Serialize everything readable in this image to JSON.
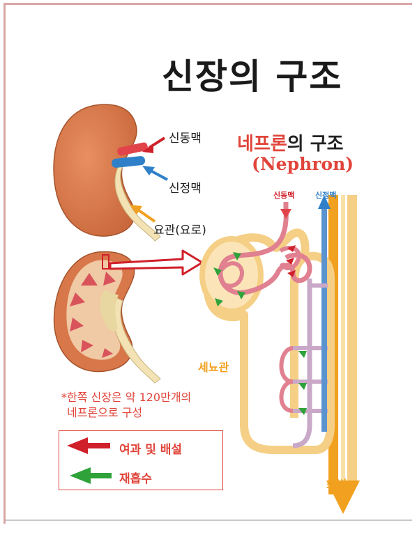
{
  "title": "신장의 구조",
  "kidney_labels": {
    "renal_artery": "신동맥",
    "renal_vein": "신정맥",
    "ureter": "요관(요로)"
  },
  "nephron": {
    "title_highlight": "네프론",
    "title_rest": "의 구조",
    "subtitle": "(Nephron)",
    "artery_label": "신동맥",
    "vein_label": "신정맥",
    "tubule_label": "세뇨관",
    "urine_label": "소변"
  },
  "note": {
    "line1": "*한쪽 신장은 약 120만개의",
    "line2": "네프론으로 구성"
  },
  "legend": {
    "items": [
      {
        "label": "여과 및 배설",
        "color": "#d0202a"
      },
      {
        "label": "재흡수",
        "color": "#2fa23a"
      }
    ]
  },
  "colors": {
    "kidney": "#d8784a",
    "artery": "#e2434a",
    "vein": "#2f80c8",
    "tubule": "#f5cf85",
    "urine": "#f1a01f",
    "accent": "#e0443a"
  }
}
